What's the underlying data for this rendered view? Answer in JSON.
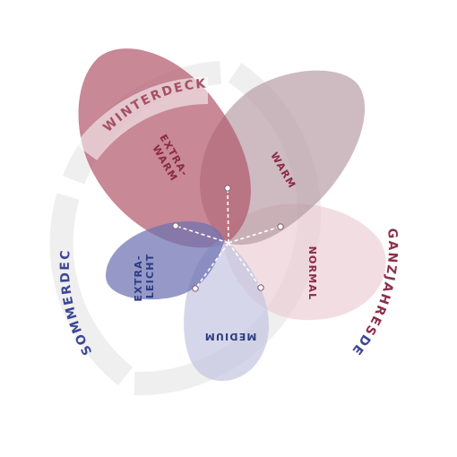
{
  "ring_labels": {
    "winter": "WINTERDECKE",
    "summer": "SOMMERDECKE",
    "all_season": {
      "part1": "GANZJAHRES",
      "part2": "DECKEN"
    }
  },
  "petals": {
    "extra_warm": {
      "line1": "EXTRA-",
      "line2": "WARM"
    },
    "warm": "WARM",
    "normal": "NORMAL",
    "medium": "MEDIUM",
    "extra_light": {
      "line1": "EXTRA-",
      "line2": "LEICHT"
    }
  },
  "colors": {
    "winter": "#a84f63",
    "summer": "#3c4794",
    "all_season_accent": "#8c2f4a",
    "ring": "#efefef",
    "petal_extra_warm": "#b35a6e",
    "petal_warm": "#b2979f",
    "petal_normal": "#e9c8cf",
    "petal_medium": "#c4c5e1",
    "petal_extra_light": "#6d72b2",
    "petal_text_winter": "#8a2a45",
    "petal_text_summer": "#2c3b82"
  }
}
